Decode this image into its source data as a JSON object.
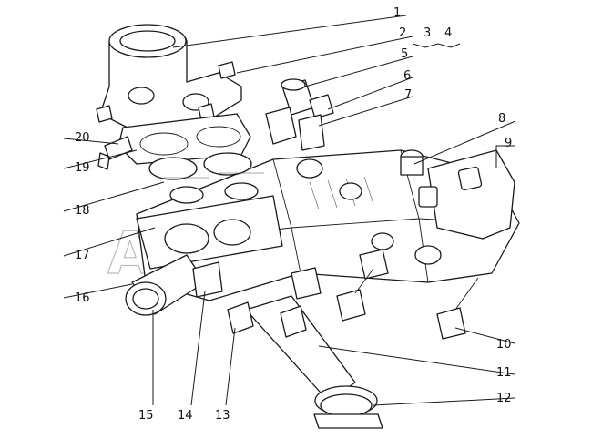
{
  "callouts": [
    "1",
    "2",
    "3",
    "4",
    "5",
    "6",
    "7",
    "8",
    "9",
    "20",
    "19",
    "18",
    "17",
    "16",
    "10",
    "11",
    "12",
    "15",
    "14",
    "13"
  ],
  "watermark": "АБВГ"
}
